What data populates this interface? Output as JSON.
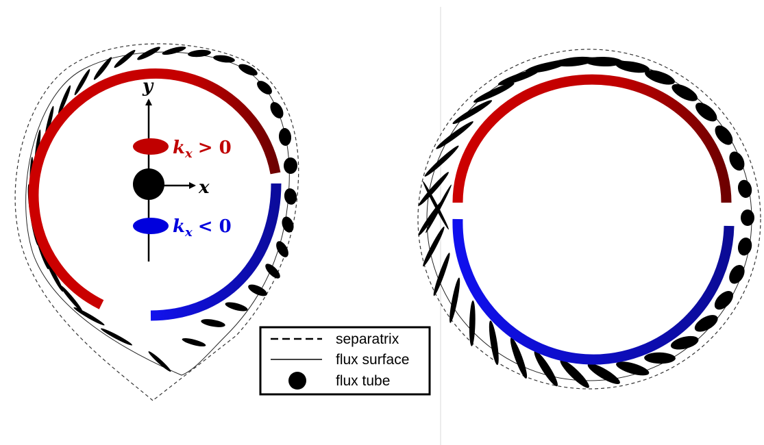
{
  "left_panel": {
    "axis_y_label": "y",
    "axis_x_label": "x",
    "kx_positive": {
      "var": "k",
      "sub": "x",
      "rel": "> 0",
      "color": "#c00000"
    },
    "kx_negative": {
      "var": "k",
      "sub": "x",
      "rel": "< 0",
      "color": "#0000dd"
    }
  },
  "legend": {
    "items": [
      {
        "label": "separatrix",
        "symbol": "dashed-line"
      },
      {
        "label": "flux surface",
        "symbol": "solid-line"
      },
      {
        "label": "flux tube",
        "symbol": "black-dot"
      }
    ]
  },
  "colors": {
    "red_arc_start": "#cc0000",
    "red_arc_end": "#7a0000",
    "blue_arc_start": "#1010e8",
    "blue_arc_end": "#0a0a9a",
    "flux_tube": "#000000",
    "separatrix": "#333333",
    "divider": "#e6e6e6"
  }
}
